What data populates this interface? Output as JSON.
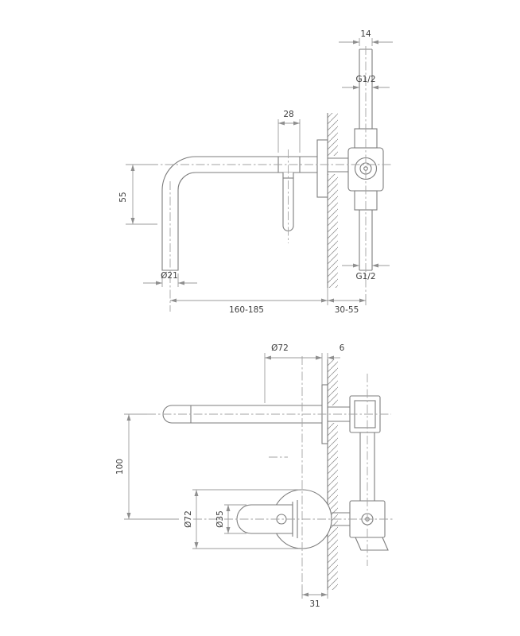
{
  "drawing": {
    "colors": {
      "object_line": "#7d7d7d",
      "dimension_line": "#9b9b9b",
      "centerline": "#a3a3a3",
      "text": "#3d3d3d",
      "background": "#ffffff"
    },
    "side_view": {
      "w14": "14",
      "g_top": "G1/2",
      "w28": "28",
      "h55": "55",
      "d21": "Ø21",
      "g_bottom": "G1/2",
      "reach": "160-185",
      "depth": "30-55"
    },
    "plan_view": {
      "d72_top": "Ø72",
      "t6": "6",
      "h100": "100",
      "d72_side": "Ø72",
      "d35": "Ø35",
      "off31": "31"
    }
  }
}
